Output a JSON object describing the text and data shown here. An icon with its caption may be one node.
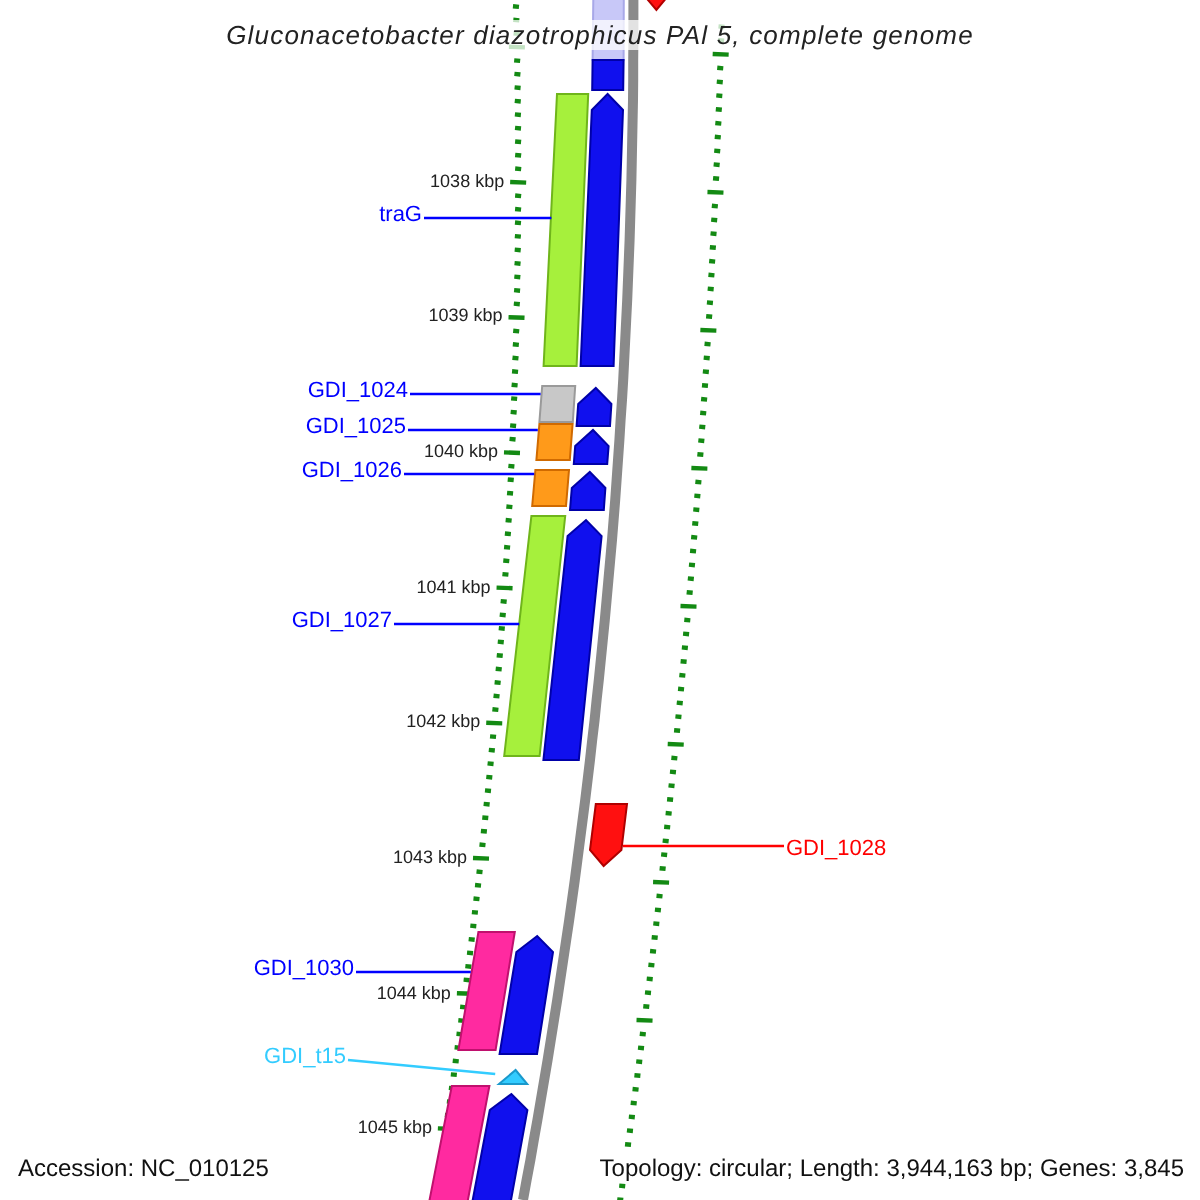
{
  "diagram": {
    "title": "Gluconacetobacter diazotrophicus PAl 5, complete genome",
    "nodes": [
      {
        "text": [
          "traG"
        ]
      },
      {
        "text": [
          "GDI_1024"
        ]
      },
      {
        "text": [
          "GDI_1025"
        ]
      },
      {
        "text": [
          "GDI_1026"
        ]
      },
      {
        "text": [
          "GDI_1027"
        ]
      },
      {
        "text": [
          "GDI_1028"
        ]
      },
      {
        "text": [
          "GDI_1030"
        ]
      },
      {
        "text": [
          "GDI_t15"
        ]
      },
      {
        "text": [],
        "shape": "bar"
      },
      {
        "text": [],
        "shape": "bar"
      },
      {
        "text": [],
        "shape": "bar"
      },
      {
        "text": [],
        "shape": "bar"
      },
      {
        "text": [],
        "shape": "bar"
      },
      {
        "text": [],
        "shape": "arrow"
      },
      {
        "text": [],
        "shape": "bar"
      },
      {
        "text": [],
        "shape": "triangle"
      },
      {
        "text": [],
        "shape": "bar"
      },
      {
        "text": [],
        "shape": "bar"
      },
      {
        "text": [],
        "shape": "arrow"
      },
      {
        "text": [],
        "shape": "arrow"
      },
      {
        "text": [],
        "shape": "arrow"
      },
      {
        "text": [],
        "shape": "arrow"
      },
      {
        "text": [],
        "shape": "arrow"
      },
      {
        "text": [],
        "shape": "arrow"
      },
      {
        "text": [],
        "shape": "bar"
      },
      {
        "text": [],
        "shape": "arrow"
      },
      {
        "text": [],
        "shape": "arrow"
      }
    ],
    "edges": [
      {
        "from": 0,
        "to": 8,
        "arrow": "none"
      },
      {
        "from": 1,
        "to": 9,
        "arrow": "none"
      },
      {
        "from": 2,
        "to": 10,
        "arrow": "none"
      },
      {
        "from": 3,
        "to": 11,
        "arrow": "none"
      },
      {
        "from": 4,
        "to": 12,
        "arrow": "none"
      },
      {
        "from": 5,
        "to": 13,
        "arrow": "none",
        "color": "#ff0000"
      },
      {
        "from": 6,
        "to": 14,
        "arrow": "none"
      },
      {
        "from": 7,
        "to": 15,
        "arrow": "none",
        "color": "#33ccff"
      }
    ],
    "labels": [
      "1038 kbp",
      "1039 kbp",
      "1040 kbp",
      "1041 kbp",
      "1042 kbp",
      "1043 kbp",
      "1044 kbp",
      "1045 kbp",
      "Accession: NC_010125",
      "Topology: circular; Length: 3,944,163 bp; Genes: 3,845"
    ]
  }
}
